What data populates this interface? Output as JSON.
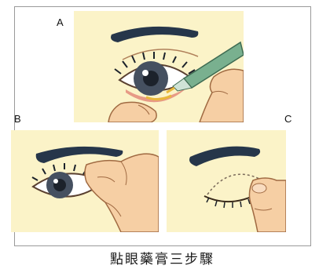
{
  "labels": {
    "a": "A",
    "b": "B",
    "c": "C"
  },
  "caption": "點眼藥膏三步驟",
  "colors": {
    "background": "#ffffff",
    "panel_bg": "#fbf3c8",
    "skin": "#f6cfa4",
    "eyebrow": "#26364a",
    "iris": "#455060",
    "ointment_tube": "#79b08f"
  }
}
